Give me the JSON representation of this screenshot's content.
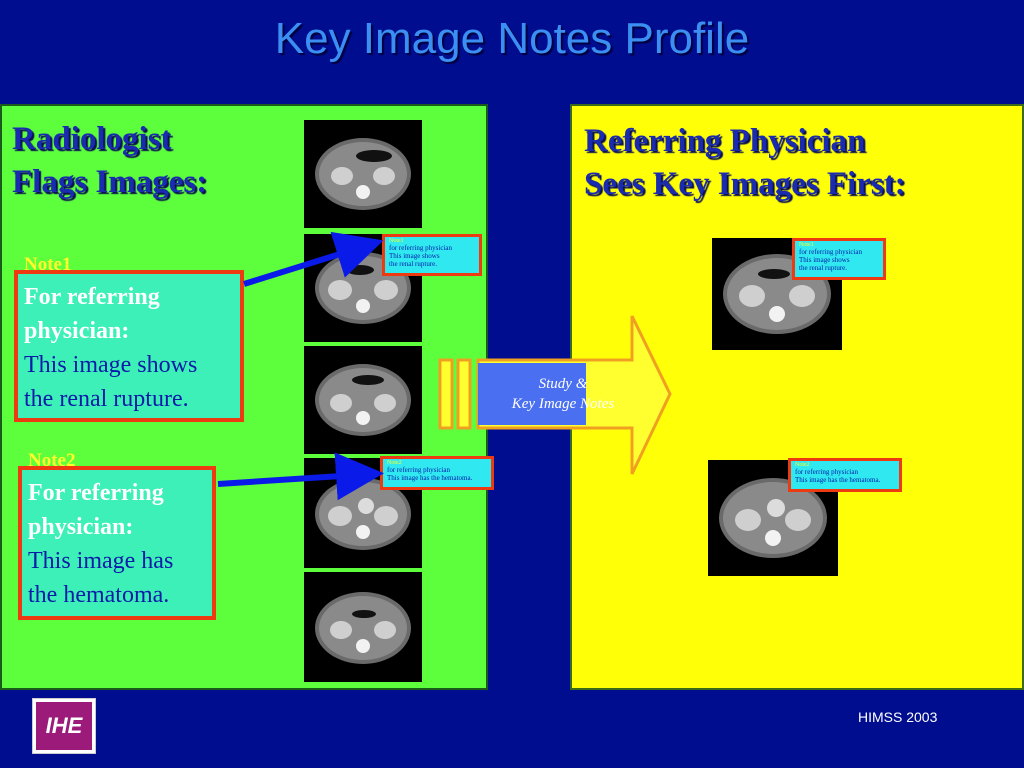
{
  "title": "Key Image Notes Profile",
  "left_panel": {
    "heading_line1": "Radiologist",
    "heading_line2": "Flags Images:",
    "notes": [
      {
        "label": "Note1",
        "bold_line1": "For referring",
        "bold_line2": "physician:",
        "text_line1": "This image shows",
        "text_line2": "the renal rupture."
      },
      {
        "label": "Note2",
        "bold_line1": "For referring",
        "bold_line2": "physician:",
        "text_line1": "This image has",
        "text_line2": "the hematoma."
      }
    ],
    "mini_notes": [
      {
        "label": "Note1",
        "line1": "for referring physician",
        "line2": "This image shows",
        "line3": "the renal rupture."
      },
      {
        "label": "Note2",
        "line1": "for referring physician",
        "line2": "This image has the hematoma.",
        "line3": ""
      }
    ]
  },
  "right_panel": {
    "heading_line1": "Referring Physician",
    "heading_line2": "Sees Key Images First:",
    "mini_notes": [
      {
        "label": "Note1",
        "line1": "for referring physician",
        "line2": "This image shows",
        "line3": "the renal rupture."
      },
      {
        "label": "Note2",
        "line1": "for referring physician",
        "line2": "This image has the hematoma.",
        "line3": ""
      }
    ]
  },
  "arrow": {
    "line1": "Study &",
    "line2": "Key Image Notes"
  },
  "footer": {
    "logo_text": "IHE",
    "event": "HIMSS 2003"
  },
  "colors": {
    "background": "#000d8f",
    "left_panel": "#5dff3c",
    "right_panel": "#ffff08",
    "note_box": "#3cf0b8",
    "note_border": "#ee3a10",
    "arrow": "#ffff30",
    "arrow_border": "#f0a020",
    "pointer": "#0a1ae8"
  },
  "icons": [
    "ct-scan-image",
    "pointer-arrow",
    "transfer-arrow",
    "ihe-logo"
  ]
}
